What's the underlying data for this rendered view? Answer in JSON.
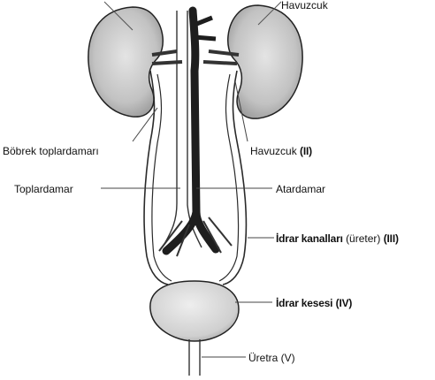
{
  "diagram": {
    "labels": {
      "top_right": "Havuzcuk",
      "bobrek_toplardamari": "Böbrek toplardamarı",
      "havuzcuk_text": "Havuzcuk",
      "havuzcuk_num": "(II)",
      "toplardamar": "Toplardamar",
      "atardamar": "Atardamar",
      "idrar_kanallari_text": "İdrar kanalları",
      "idrar_kanallari_paren": "(üreter)",
      "idrar_kanallari_num": "(III)",
      "idrar_kesesi_text": "İdrar kesesi",
      "idrar_kesesi_num": "(IV)",
      "uretra": "Üretra (V)"
    },
    "colors": {
      "ink": "#1a1a1a",
      "kidney_fill": "#bdbdbd",
      "bladder_fill": "#d2d2d2",
      "dark_vessel": "#2a2a2a"
    }
  }
}
